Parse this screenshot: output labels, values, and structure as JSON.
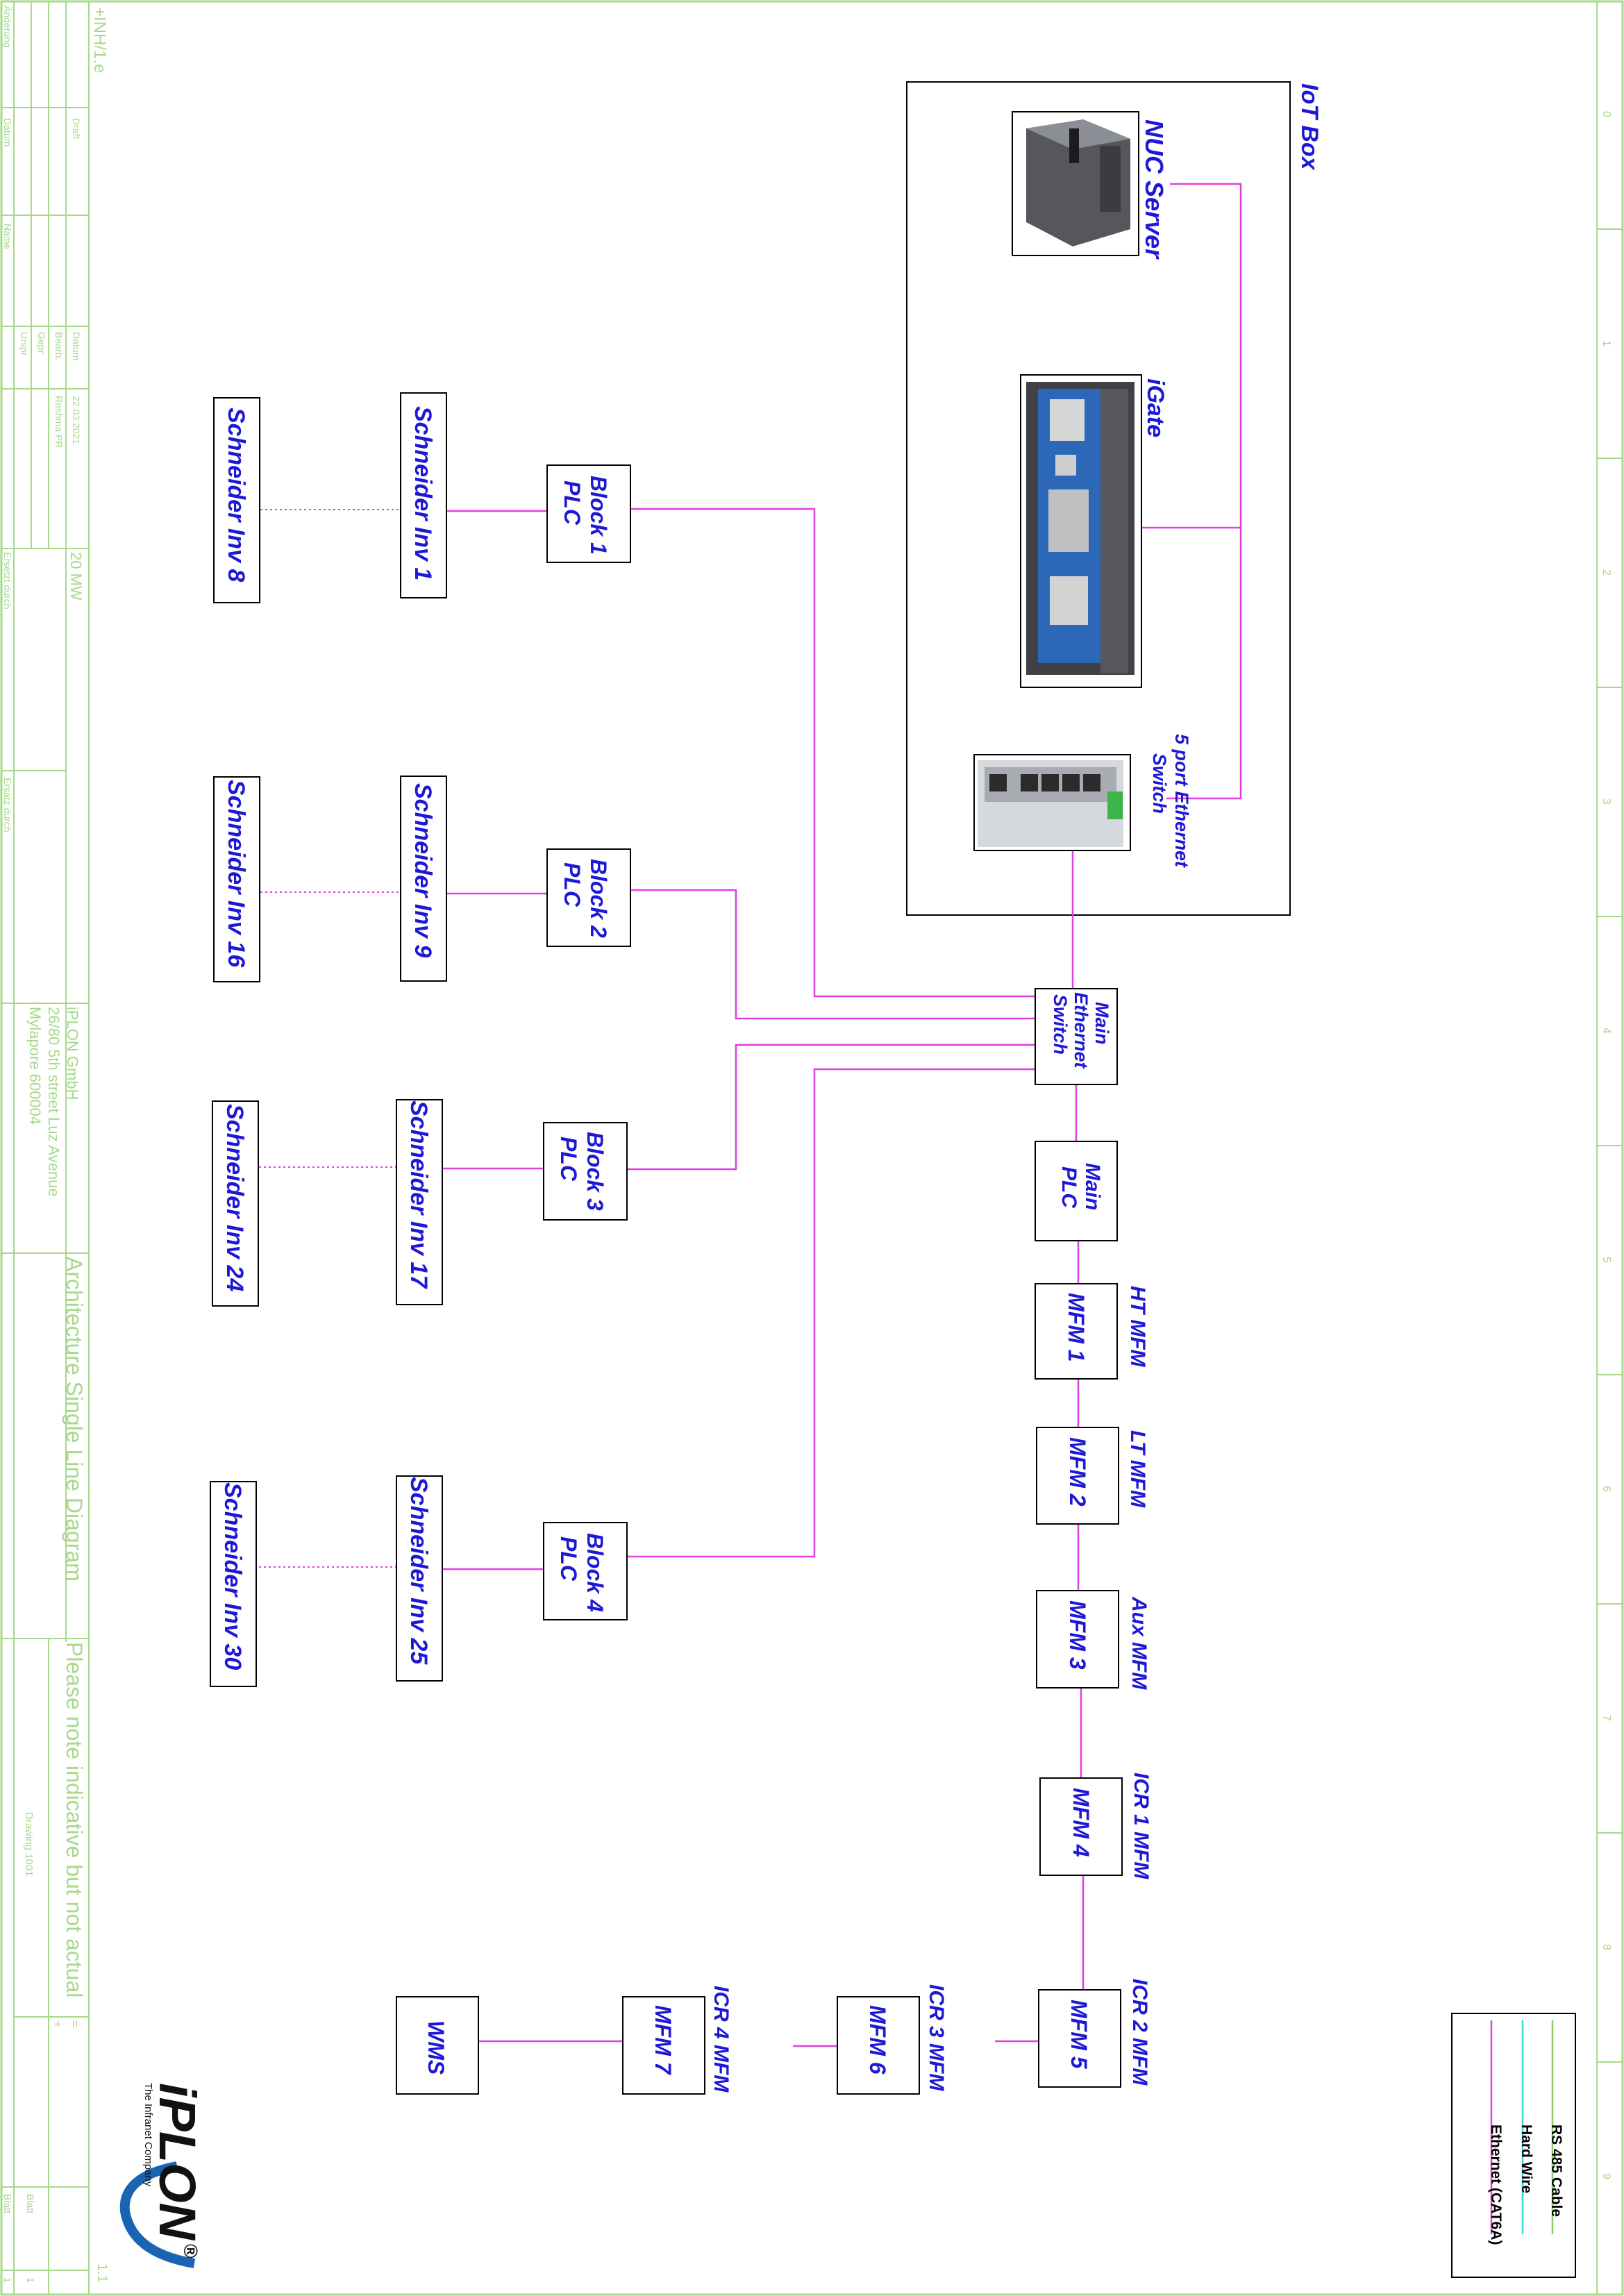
{
  "colors": {
    "frame": "#a6d98a",
    "ethernet": "#e040e0",
    "hard_wire": "#38d8d8",
    "rs485": "#8fcc6a",
    "label": "#1d18d6"
  },
  "iot_box": {
    "title": "IoT Box"
  },
  "devices": {
    "nuc": "NUC Server",
    "igate": "iGate",
    "switch5_line1": "5 port Ethernet",
    "switch5_line2": "Switch",
    "main_switch_line1": "Main",
    "main_switch_line2": "Ethernet",
    "main_switch_line3": "Switch",
    "main_plc_line1": "Main",
    "main_plc_line2": "PLC",
    "wms": "WMS"
  },
  "plc_blocks": [
    {
      "line1": "Block 1",
      "line2": "PLC",
      "inv_a": "Schneider Inv 1",
      "inv_b": "Schneider Inv 8"
    },
    {
      "line1": "Block 2",
      "line2": "PLC",
      "inv_a": "Schneider Inv 9",
      "inv_b": "Schneider Inv 16"
    },
    {
      "line1": "Block 3",
      "line2": "PLC",
      "inv_a": "Schneider Inv 17",
      "inv_b": "Schneider Inv 24"
    },
    {
      "line1": "Block 4",
      "line2": "PLC",
      "inv_a": "Schneider Inv 25",
      "inv_b": "Schneider Inv 30"
    }
  ],
  "mfms": [
    {
      "name": "MFM 1",
      "role": "HT MFM"
    },
    {
      "name": "MFM 2",
      "role": "LT MFM"
    },
    {
      "name": "MFM 3",
      "role": "Aux MFM"
    },
    {
      "name": "MFM 4",
      "role": "ICR 1 MFM"
    },
    {
      "name": "MFM 5",
      "role": "ICR 2 MFM"
    },
    {
      "name": "MFM 6",
      "role": "ICR 3 MFM"
    },
    {
      "name": "MFM 7",
      "role": "ICR 4 MFM"
    }
  ],
  "legend": {
    "rs485": "RS 485 Cable",
    "hard_wire": "Hard Wire",
    "ethernet": "Ethernet (CAT6A)"
  },
  "title_block": {
    "ref": "+INH/1.e",
    "aenderung": "Änderung",
    "datum": "Datum",
    "name": "Name",
    "draft": "Draft",
    "datum2": "Datum",
    "date_value": "22.03.2021",
    "bearb": "Bearb.",
    "gepr": "Gepr",
    "urspr": "Urspr",
    "author": "Reshma PR",
    "capacity": "20 MW",
    "ersetzt_durch": "Ersetzt durch",
    "ersatz_durch": "Ersatz durch",
    "company_line1": "iPLON GmbH",
    "company_line2": "26/80 5th street Luz Avenue",
    "company_line3": "Mylapore 600004",
    "drawing_title": "Architecture Single Line Diagram",
    "note": "Please note indicative but not actual",
    "drawing_no": "Drawing 1001",
    "equals": "=",
    "plus": "+",
    "blatt1": "Blatt",
    "blatt2": "Blatt",
    "sheet_no": "1",
    "sheet_count": "1",
    "sheet_ref": "1.1",
    "logo_text": "iPLON",
    "logo_reg": "®",
    "logo_tagline": "The Infranet Company"
  },
  "frame_ticks": [
    "0",
    "1",
    "2",
    "3",
    "4",
    "5",
    "6",
    "7",
    "8",
    "9"
  ]
}
